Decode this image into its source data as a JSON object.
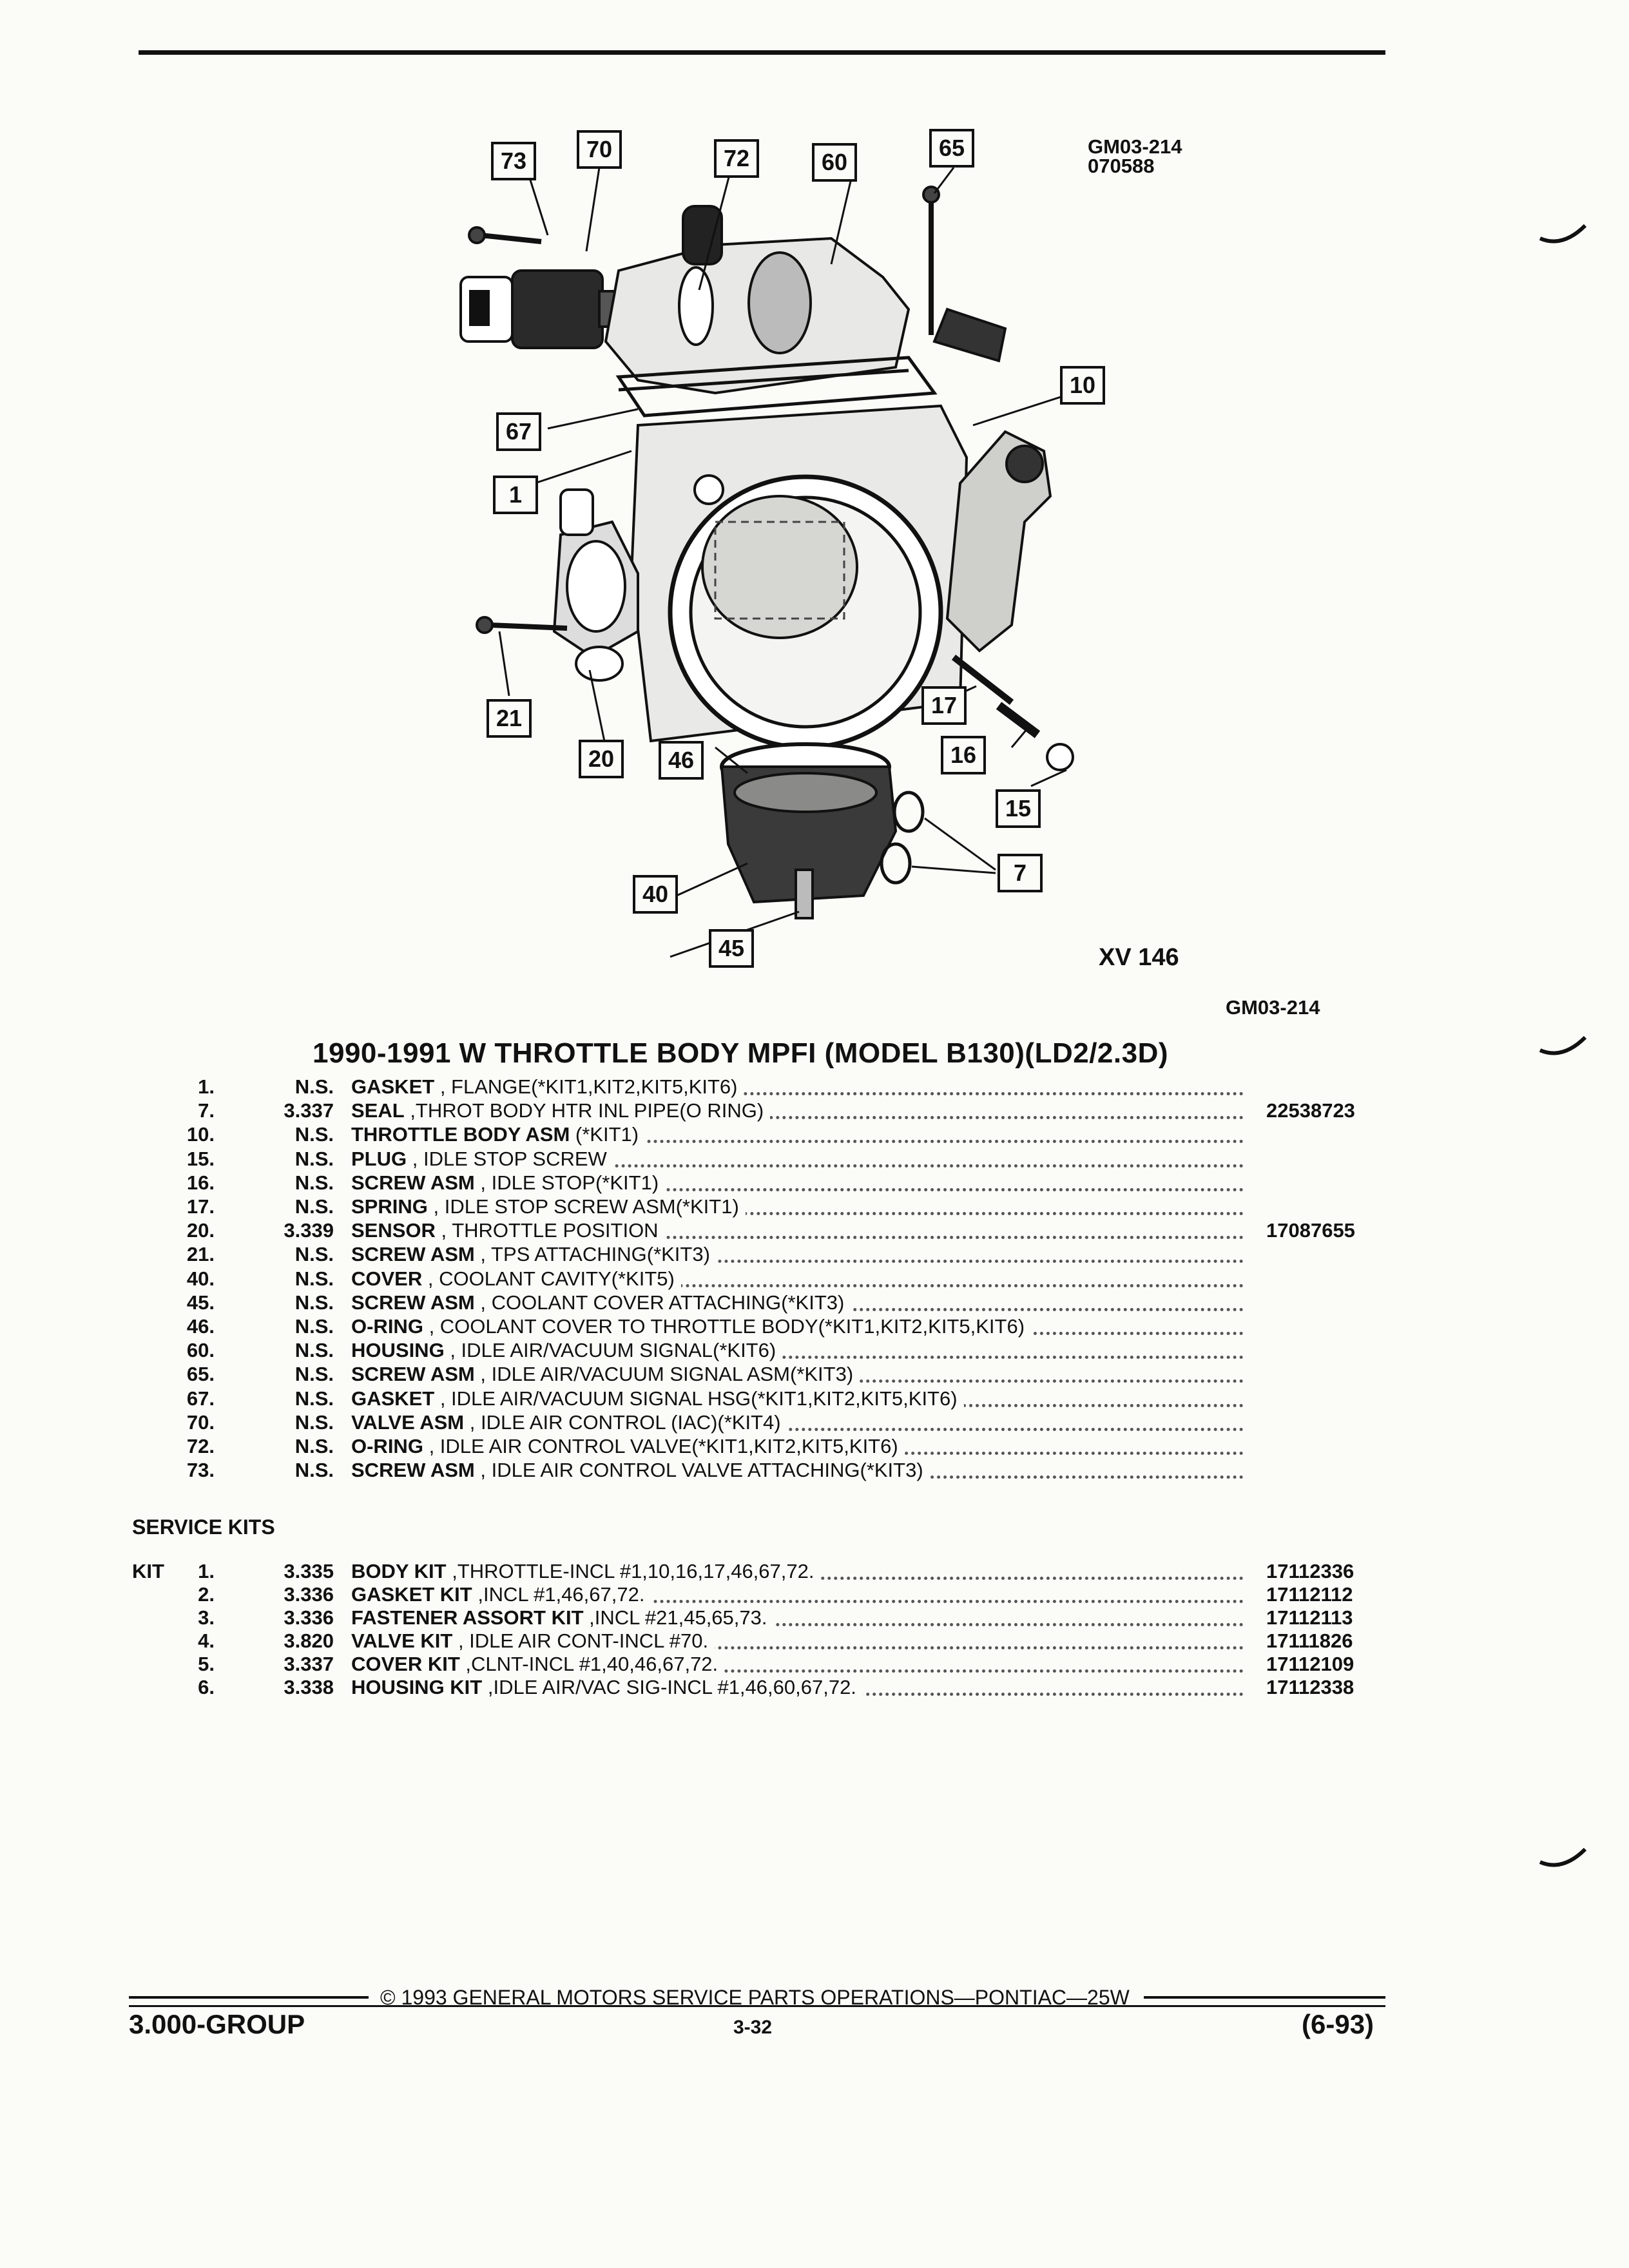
{
  "figure": {
    "code": "GM03-214",
    "date_code": "070588",
    "xv_label": "XV 146",
    "caption_code": "GM03-214",
    "callouts": [
      "73",
      "70",
      "72",
      "60",
      "65",
      "10",
      "67",
      "1",
      "21",
      "20",
      "46",
      "17",
      "16",
      "15",
      "40",
      "7",
      "45"
    ]
  },
  "title": "1990-1991 W THROTTLE BODY MPFI (MODEL B130)(LD2/2.3D)",
  "parts": [
    {
      "no": "1.",
      "code": "N.S.",
      "name": "GASKET",
      "desc": ", FLANGE(*KIT1,KIT2,KIT5,KIT6)",
      "pn": ""
    },
    {
      "no": "7.",
      "code": "3.337",
      "name": "SEAL",
      "desc": ",THROT BODY HTR INL PIPE(O RING)",
      "pn": "22538723"
    },
    {
      "no": "10.",
      "code": "N.S.",
      "name": "THROTTLE BODY ASM",
      "desc": "(*KIT1)",
      "pn": ""
    },
    {
      "no": "15.",
      "code": "N.S.",
      "name": "PLUG",
      "desc": ", IDLE STOP SCREW",
      "pn": ""
    },
    {
      "no": "16.",
      "code": "N.S.",
      "name": "SCREW ASM",
      "desc": ", IDLE STOP(*KIT1)",
      "pn": ""
    },
    {
      "no": "17.",
      "code": "N.S.",
      "name": "SPRING",
      "desc": ", IDLE STOP SCREW ASM(*KIT1)",
      "pn": ""
    },
    {
      "no": "20.",
      "code": "3.339",
      "name": "SENSOR",
      "desc": ", THROTTLE POSITION",
      "pn": "17087655"
    },
    {
      "no": "21.",
      "code": "N.S.",
      "name": "SCREW ASM",
      "desc": ", TPS ATTACHING(*KIT3)",
      "pn": ""
    },
    {
      "no": "40.",
      "code": "N.S.",
      "name": "COVER",
      "desc": ", COOLANT CAVITY(*KIT5)",
      "pn": ""
    },
    {
      "no": "45.",
      "code": "N.S.",
      "name": "SCREW ASM",
      "desc": ", COOLANT COVER ATTACHING(*KIT3)",
      "pn": ""
    },
    {
      "no": "46.",
      "code": "N.S.",
      "name": "O-RING",
      "desc": ", COOLANT COVER TO THROTTLE BODY(*KIT1,KIT2,KIT5,KIT6)",
      "pn": ""
    },
    {
      "no": "60.",
      "code": "N.S.",
      "name": "HOUSING",
      "desc": ", IDLE AIR/VACUUM SIGNAL(*KIT6)",
      "pn": ""
    },
    {
      "no": "65.",
      "code": "N.S.",
      "name": "SCREW ASM",
      "desc": ", IDLE AIR/VACUUM SIGNAL ASM(*KIT3)",
      "pn": ""
    },
    {
      "no": "67.",
      "code": "N.S.",
      "name": "GASKET",
      "desc": ", IDLE AIR/VACUUM SIGNAL HSG(*KIT1,KIT2,KIT5,KIT6)",
      "pn": ""
    },
    {
      "no": "70.",
      "code": "N.S.",
      "name": "VALVE ASM",
      "desc": ", IDLE AIR CONTROL (IAC)(*KIT4)",
      "pn": ""
    },
    {
      "no": "72.",
      "code": "N.S.",
      "name": "O-RING",
      "desc": ", IDLE AIR CONTROL VALVE(*KIT1,KIT2,KIT5,KIT6)",
      "pn": ""
    },
    {
      "no": "73.",
      "code": "N.S.",
      "name": "SCREW ASM",
      "desc": ", IDLE AIR CONTROL VALVE ATTACHING(*KIT3)",
      "pn": ""
    }
  ],
  "service_kits_heading": "SERVICE KITS",
  "kit_label": "KIT",
  "kits": [
    {
      "no": "1.",
      "code": "3.335",
      "name": "BODY KIT",
      "desc": ",THROTTLE-INCL #1,10,16,17,46,67,72.",
      "pn": "17112336"
    },
    {
      "no": "2.",
      "code": "3.336",
      "name": "GASKET KIT",
      "desc": ",INCL #1,46,67,72.",
      "pn": "17112112"
    },
    {
      "no": "3.",
      "code": "3.336",
      "name": "FASTENER ASSORT KIT",
      "desc": ",INCL #21,45,65,73.",
      "pn": "17112113"
    },
    {
      "no": "4.",
      "code": "3.820",
      "name": "VALVE KIT",
      "desc": ", IDLE AIR CONT-INCL #70.",
      "pn": "17111826"
    },
    {
      "no": "5.",
      "code": "3.337",
      "name": "COVER KIT",
      "desc": ",CLNT-INCL #1,40,46,67,72.",
      "pn": "17112109"
    },
    {
      "no": "6.",
      "code": "3.338",
      "name": "HOUSING KIT",
      "desc": ",IDLE AIR/VAC SIG-INCL #1,46,60,67,72.",
      "pn": "17112338"
    }
  ],
  "footer": {
    "group": "3.000-GROUP",
    "copyright": "© 1993 GENERAL MOTORS SERVICE PARTS OPERATIONS—PONTIAC—25W",
    "page": "3-32",
    "date": "(6-93)"
  }
}
